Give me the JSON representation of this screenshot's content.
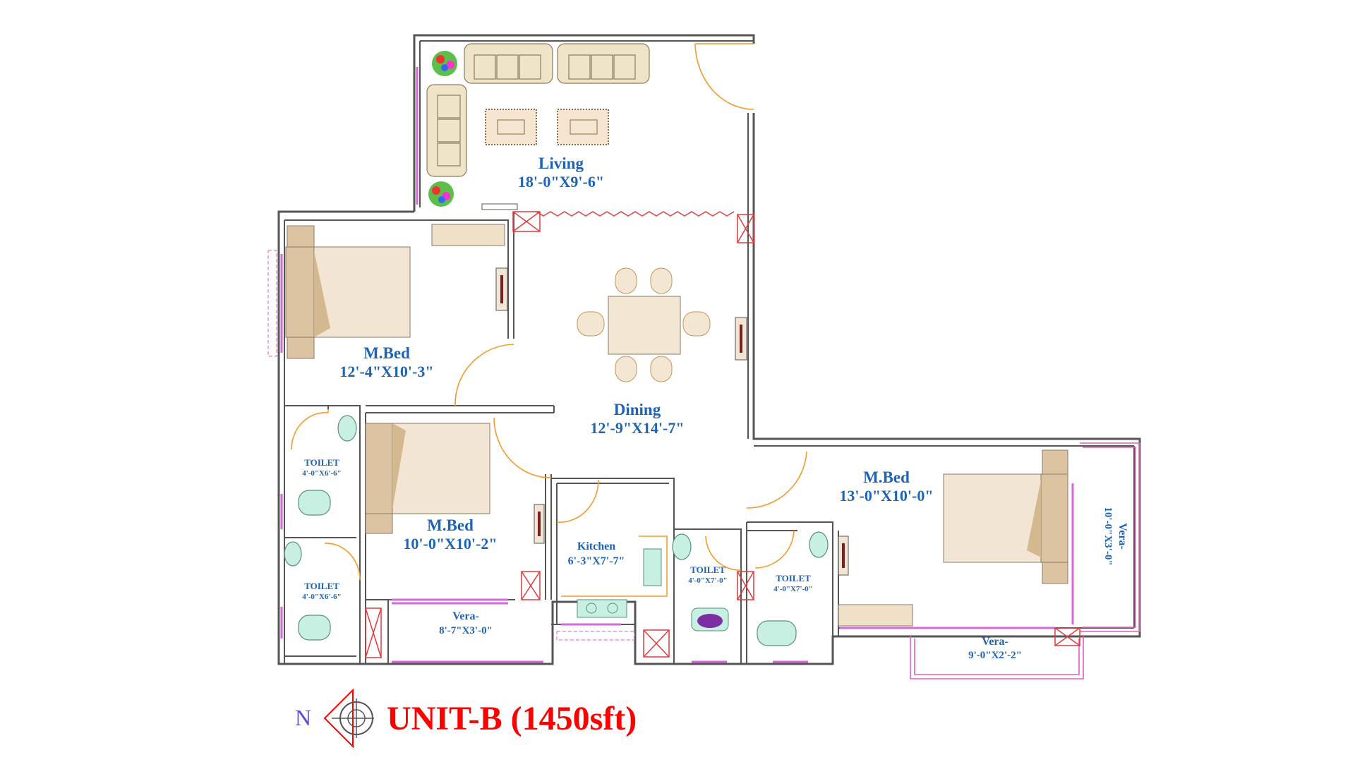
{
  "plan_title": "UNIT-B (1450sft)",
  "north_label": "N",
  "rooms": {
    "living": {
      "name": "Living",
      "size": "18'-0\"X9'-6\""
    },
    "dining": {
      "name": "Dining",
      "size": "12'-9\"X14'-7\""
    },
    "mbed1": {
      "name": "M.Bed",
      "size": "12'-4\"X10'-3\""
    },
    "mbed2": {
      "name": "M.Bed",
      "size": "10'-0\"X10'-2\""
    },
    "mbed3": {
      "name": "M.Bed",
      "size": "13'-0\"X10'-0\""
    },
    "kitchen": {
      "name": "Kitchen",
      "size": "6'-3\"X7'-7\""
    },
    "toilet1": {
      "name": "TOILET",
      "size": "4'-0\"X6'-6\""
    },
    "toilet2": {
      "name": "TOILET",
      "size": "4'-0\"X6'-6\""
    },
    "toilet3": {
      "name": "TOILET",
      "size": "4'-0\"X7'-0\""
    },
    "toilet4": {
      "name": "TOILET",
      "size": "4'-0\"X7'-0\""
    },
    "vera1": {
      "name": "Vera-",
      "size": "8'-7\"X3'-0\""
    },
    "vera2": {
      "name": "Vera-",
      "size": "9'-0\"X2'-2\""
    },
    "vera3": {
      "name": "Vera-",
      "size": "10'-0\"X3'-0\""
    }
  },
  "colors": {
    "walls": "#555555",
    "labels": "#1e63b4",
    "title": "#ff0000",
    "doors": "#f29a2e",
    "windows": "#d36ad8",
    "balcony_rail": "#e05fb7"
  }
}
